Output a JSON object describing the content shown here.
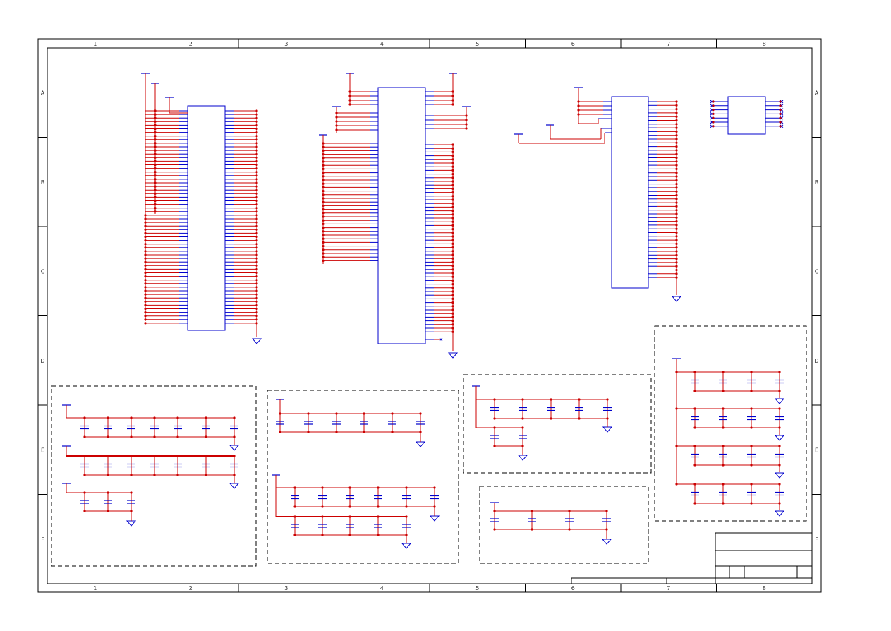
{
  "colors": {
    "wire": "#cc0000",
    "symbol": "#0000cc",
    "frame": "#000000",
    "background": "#ffffff"
  },
  "frame": {
    "columns": [
      "1",
      "2",
      "3",
      "4",
      "5",
      "6",
      "7",
      "8"
    ],
    "rows": [
      "A",
      "B",
      "C",
      "D",
      "E",
      "F"
    ]
  },
  "symbols": {
    "power": "power-rail-symbol",
    "ground": "ground-symbol",
    "capacitor": "capacitor-symbol",
    "no_connect": "no-connect-marker"
  }
}
